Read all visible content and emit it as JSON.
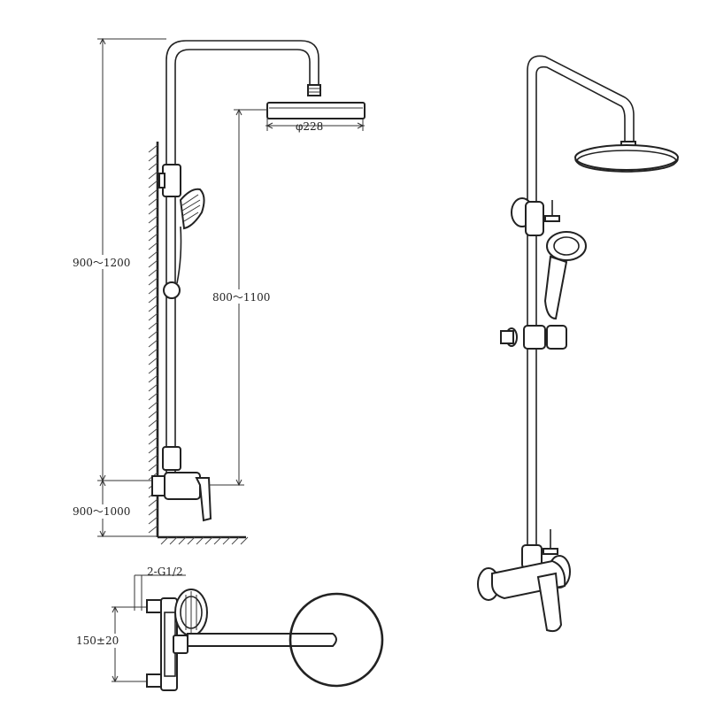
{
  "dimensions": {
    "total_height": "900～1200",
    "head_height": "800～1100",
    "mixer_height": "900～1000",
    "head_diameter": "φ228",
    "inlet_thread": "2-G1/2",
    "inlet_spacing": "150±20"
  }
}
